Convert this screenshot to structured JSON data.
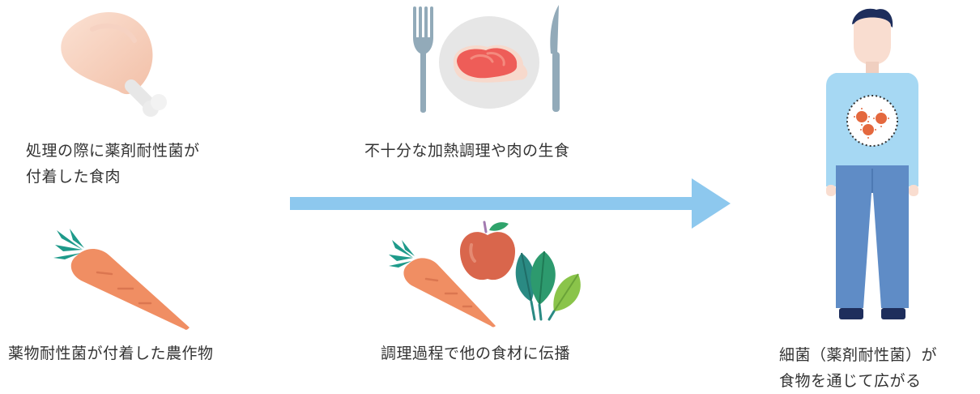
{
  "labels": {
    "meat": [
      "処理の際に薬剤耐性菌が",
      "付着した食肉"
    ],
    "crops": "薬物耐性菌が付着した農作物",
    "cooking": "不十分な加熱調理や肉の生食",
    "spread": "調理過程で他の食材に伝播",
    "human": [
      "細菌（薬剤耐性菌）が",
      "食物を通じて広がる"
    ]
  },
  "colors": {
    "arrow": "#8dc8ee",
    "shirt": "#a6d8f3",
    "pants": "#5f8cc6",
    "skin": "#f9ddd0",
    "hair": "#1e2e5c",
    "bacteria": "#e4683e",
    "carrot": "#f08e63",
    "leaves": "#2e9a92",
    "apple": "#d9664c",
    "meat": "#ee5d58",
    "cutlery": "#92aab9"
  },
  "icons": [
    "chicken-drumstick-icon",
    "carrot-icon",
    "fork-icon",
    "knife-icon",
    "steak-plate-icon",
    "apple-icon",
    "spinach-icon",
    "person-icon",
    "bacteria-icon"
  ]
}
